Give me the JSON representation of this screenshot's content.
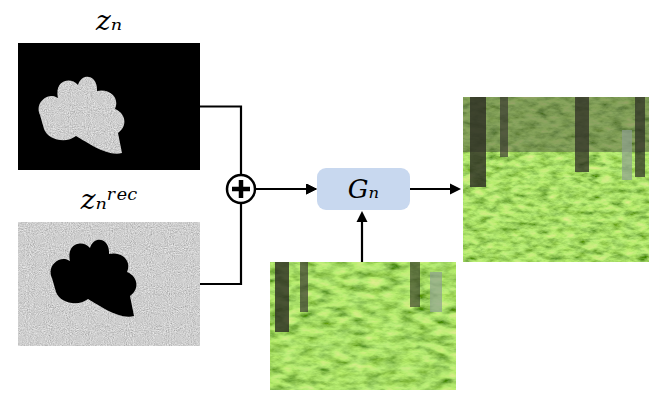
{
  "diagram": {
    "nodes": [
      {
        "text": [
          "zₙ"
        ]
      },
      {
        "text": [
          "zₙʳᵉᶜ"
        ]
      },
      {
        "text": [
          "Gₙ"
        ]
      }
    ],
    "edges": [
      {
        "from": 0,
        "to": 2,
        "arrow": "to"
      },
      {
        "from": 1,
        "to": 2,
        "arrow": "to"
      }
    ]
  }
}
